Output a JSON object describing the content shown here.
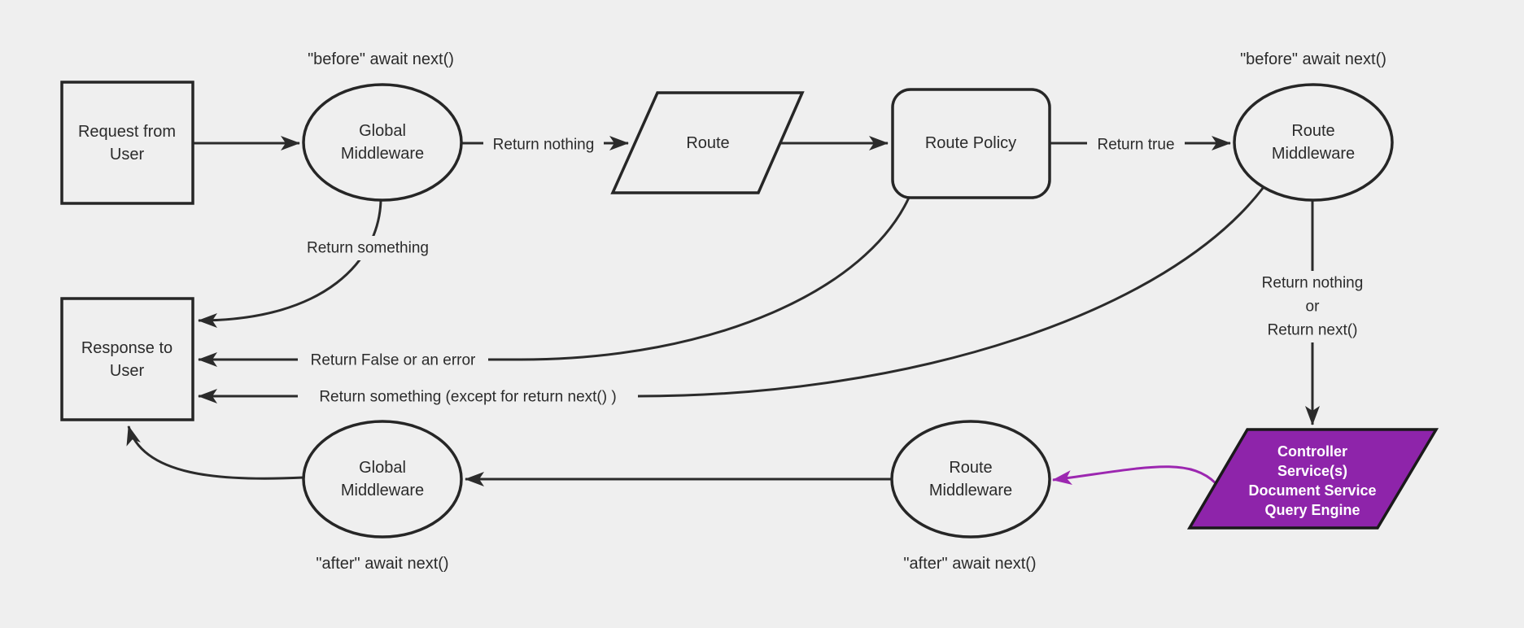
{
  "colors": {
    "background": "#efefef",
    "line": "#2b2b2b",
    "text": "#2b2b2b",
    "purple_fill": "#8e24aa",
    "purple_arrow": "#9c27b0",
    "purple_text": "#ffffff"
  },
  "nodes": {
    "request": {
      "shape": "rectangle",
      "lines": [
        "Request from",
        "User"
      ]
    },
    "global_middleware_top": {
      "shape": "ellipse",
      "lines": [
        "Global",
        "Middleware"
      ]
    },
    "route": {
      "shape": "parallelogram",
      "label": "Route"
    },
    "route_policy": {
      "shape": "rounded-rectangle",
      "label": "Route Policy"
    },
    "route_middleware_top": {
      "shape": "ellipse",
      "lines": [
        "Route",
        "Middleware"
      ]
    },
    "controller_services": {
      "shape": "parallelogram",
      "lines": [
        "Controller",
        "Service(s)",
        "Document Service",
        "Query Engine"
      ]
    },
    "route_middleware_bottom": {
      "shape": "ellipse",
      "lines": [
        "Route",
        "Middleware"
      ]
    },
    "global_middleware_bottom": {
      "shape": "ellipse",
      "lines": [
        "Global",
        "Middleware"
      ]
    },
    "response": {
      "shape": "rectangle",
      "lines": [
        "Response to",
        "User"
      ]
    }
  },
  "annotations": {
    "before_global_middleware": "\"before\" await next()",
    "before_route_middleware": "\"before\" await next()",
    "after_global_middleware": "\"after\" await next()",
    "after_route_middleware": "\"after\" await next()"
  },
  "edge_labels": {
    "return_nothing": "Return nothing",
    "return_true": "Return true",
    "return_something": "Return something",
    "return_false_or_error": "Return False or an error",
    "return_something_except": "Return something (except for return next() )",
    "return_nothing_or_next": {
      "lines": [
        "Return nothing",
        "or",
        "Return next()"
      ]
    }
  }
}
